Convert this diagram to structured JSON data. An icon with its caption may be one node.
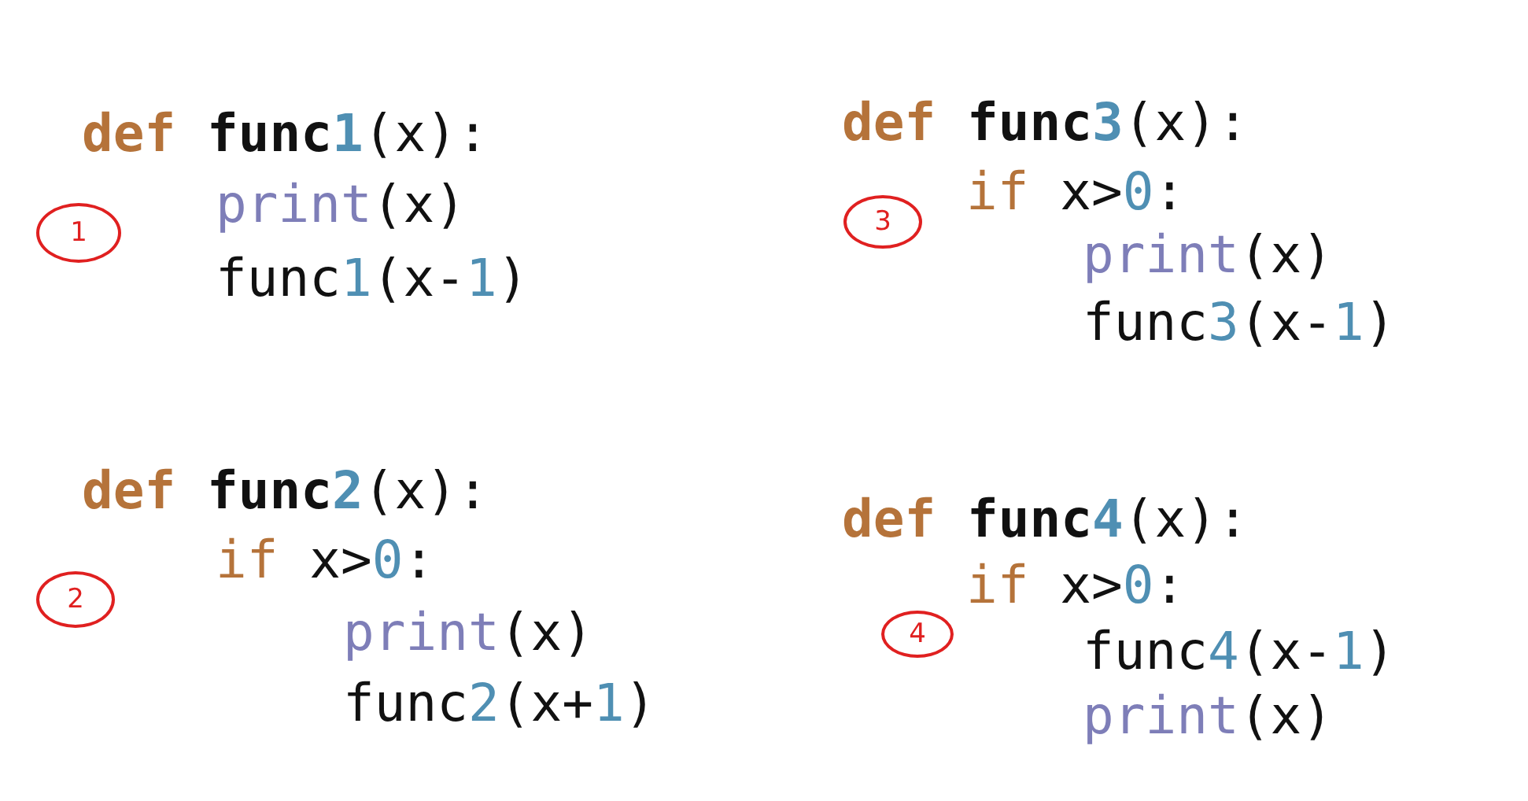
{
  "diagram": {
    "nodes": [
      {
        "text": [
          "1"
        ]
      },
      {
        "text": [
          "3"
        ]
      },
      {
        "text": [
          "2"
        ]
      },
      {
        "text": [
          "4"
        ]
      }
    ],
    "labels": [
      "**def** **func1**(x):",
      "print(x)",
      "func1(x-1)",
      "**def** **func3**(x):",
      "if x>0:",
      "print(x)",
      "func3(x-1)",
      "**def** **func2**(x):",
      "if x>0:",
      "print(x)",
      "func2(x+1)",
      "**def** **func4**(x):",
      "if x>0:",
      "func4(x-1)",
      "print(x)"
    ]
  }
}
